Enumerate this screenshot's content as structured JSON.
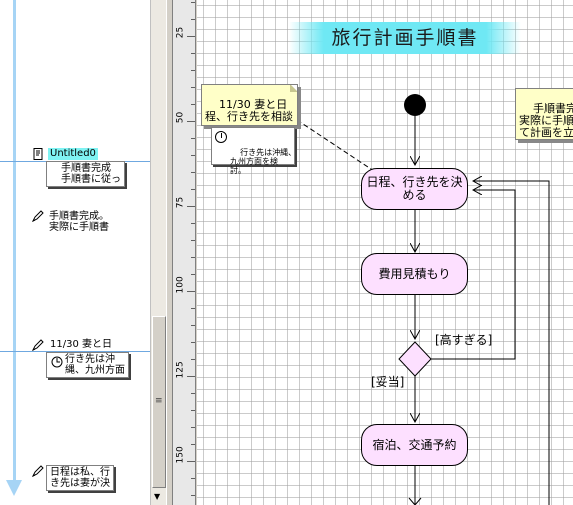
{
  "outline": {
    "items": [
      {
        "icon": "document-icon",
        "title": "Untitled0",
        "selected": true,
        "box": "手順書完成\n手順書に従っ"
      },
      {
        "icon": "pencil-icon",
        "title": "",
        "box": "手順書完成。\n実際に手順書"
      },
      {
        "icon": "pencil-icon",
        "title": "11/30 妻と日",
        "box": "行き先は沖\n縄、九州方面"
      },
      {
        "icon": "pencil-icon",
        "title": "",
        "box": "日程は私、行\nき先は妻が決"
      }
    ]
  },
  "ruler": {
    "labels": [
      "25",
      "50",
      "75",
      "100",
      "125",
      "150"
    ]
  },
  "diagram": {
    "title": "旅行計画手順書",
    "note_left": "11/30 妻と日\n程、行き先を相談",
    "memo_left": "行き先は沖縄、\n九州方面を検\n討。",
    "note_right": "手順書完成\n実際に手順\nて計画を立",
    "actions": {
      "decide": "日程、行き先を決\nめる",
      "estimate": "費用見積もり",
      "reserve": "宿泊、交通予約"
    },
    "guards": {
      "too_high": "[高すぎる]",
      "ok": "[妥当]"
    }
  },
  "colors": {
    "title_banner": "#6fe8f4",
    "action_fill": "#fde0ff",
    "note_fill": "#ffffc8",
    "decision_fill": "#fde0ff",
    "timeline": "#a6d4f5",
    "selected_title": "#7ff3f3"
  }
}
